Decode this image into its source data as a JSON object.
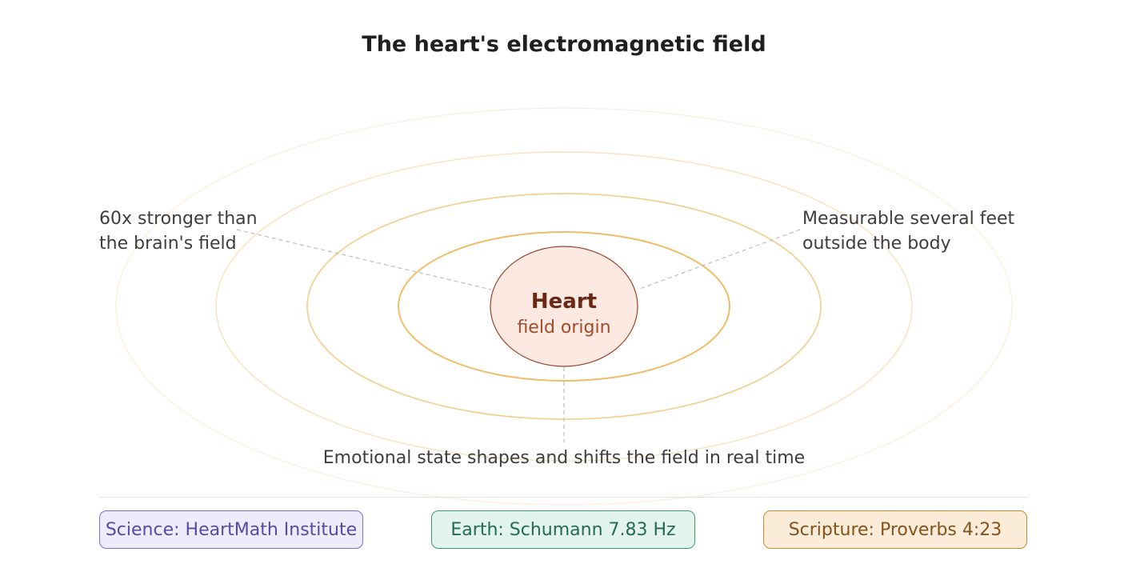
{
  "title": "The heart's electromagnetic field",
  "heart": {
    "title": "Heart",
    "subtitle": "field origin"
  },
  "annotations": {
    "left_line1": "60x stronger than",
    "left_line2": "the brain's field",
    "right_line1": "Measurable several feet",
    "right_line2": "outside the body",
    "bottom": "Emotional state shapes and shifts the field in real time"
  },
  "sources": {
    "science": "Science: HeartMath Institute",
    "earth": "Earth: Schumann 7.83 Hz",
    "scripture": "Scripture: Proverbs 4:23"
  },
  "colors": {
    "ring": "#ecb24e",
    "heart_fill": "#fbe9e2",
    "heart_stroke": "#9a4428",
    "connector": "#bdbdbd"
  }
}
